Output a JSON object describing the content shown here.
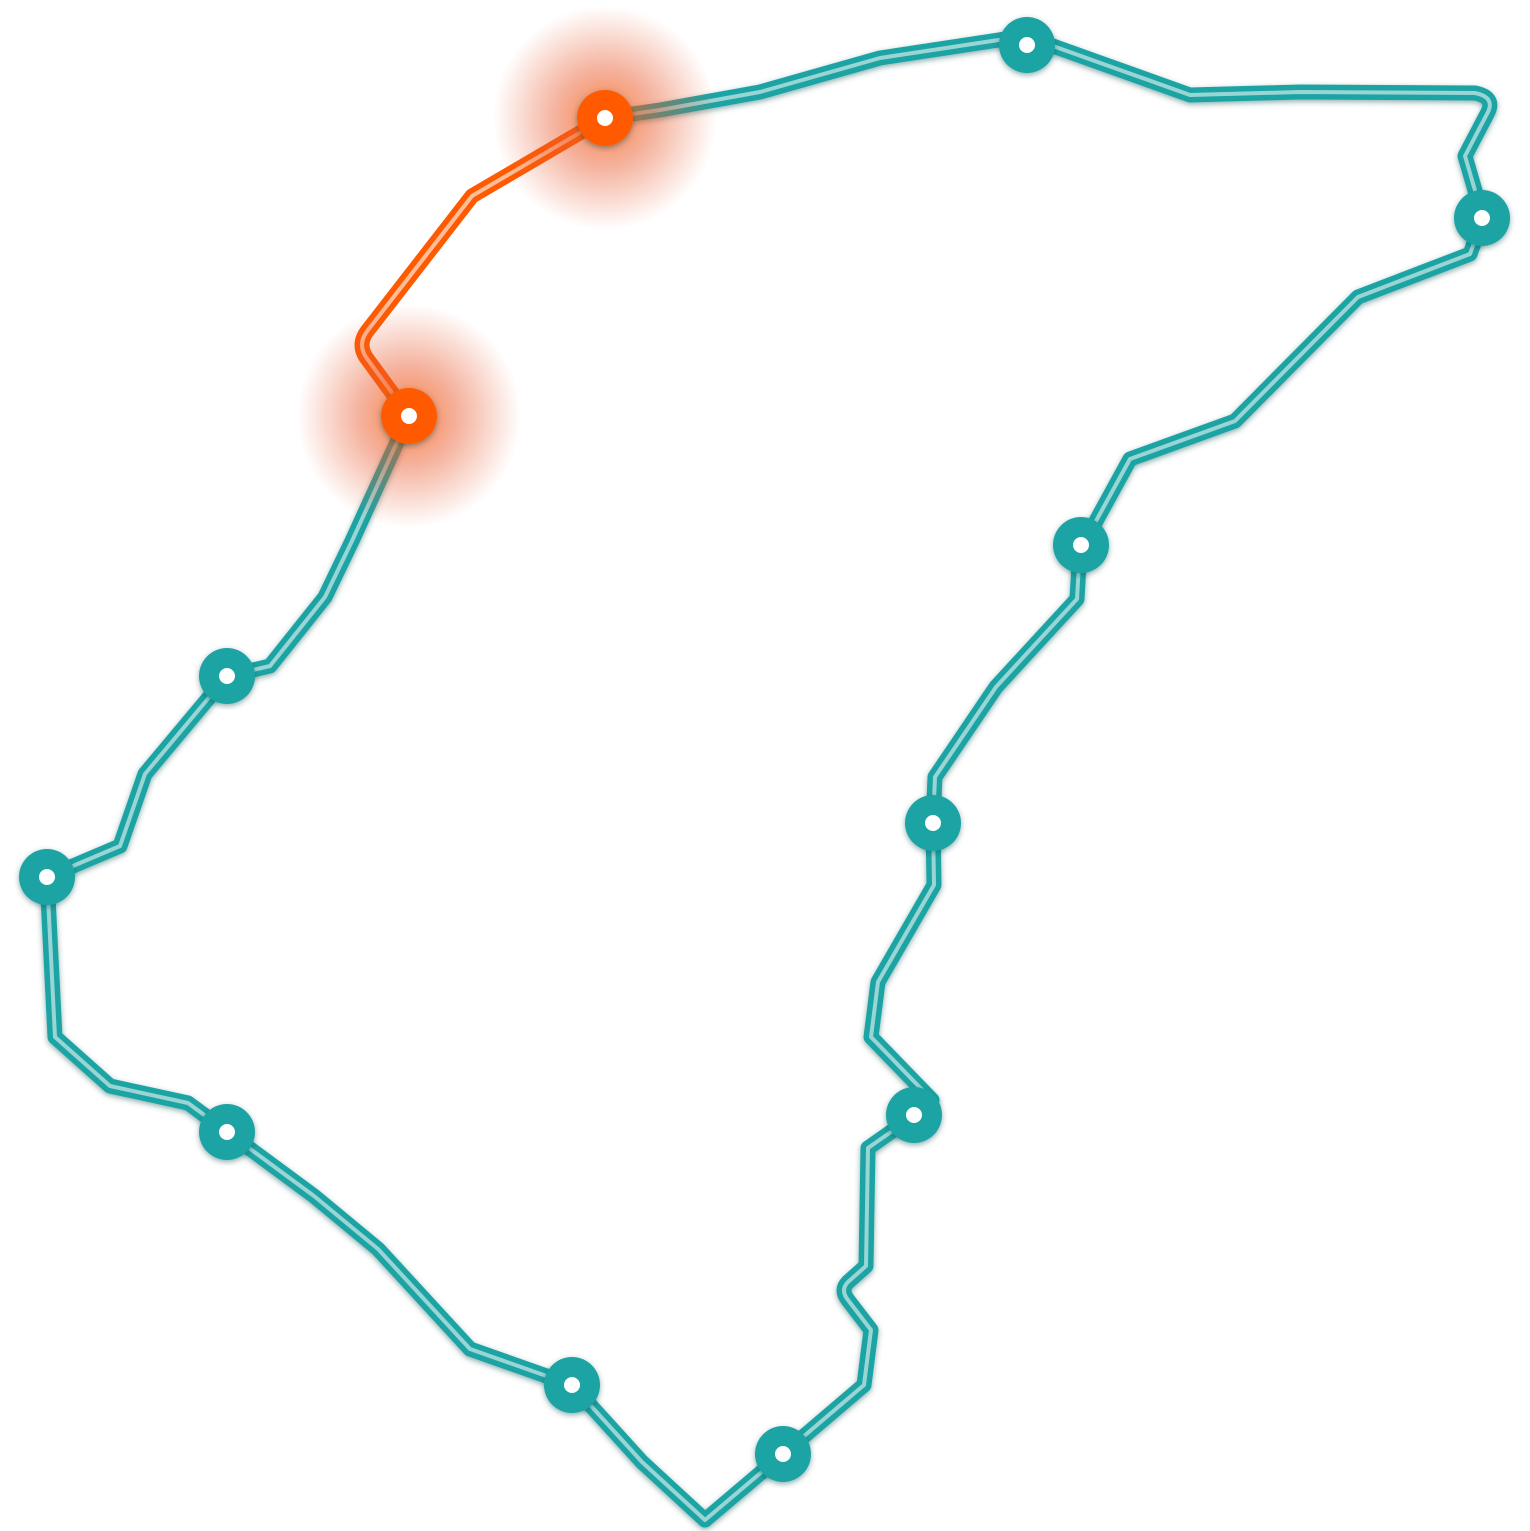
{
  "map": {
    "route_color": "#1fa3a3",
    "route_dark_color": "#178c8c",
    "highlight_color": "#ff5a00",
    "inner_stroke_color": "#ffffff",
    "stops": [
      {
        "id": "stop-1",
        "highlighted": false
      },
      {
        "id": "stop-2",
        "highlighted": false
      },
      {
        "id": "stop-3",
        "highlighted": false
      },
      {
        "id": "stop-4",
        "highlighted": false
      },
      {
        "id": "stop-5",
        "highlighted": false
      },
      {
        "id": "stop-6",
        "highlighted": false
      },
      {
        "id": "stop-7",
        "highlighted": false
      },
      {
        "id": "stop-8",
        "highlighted": false
      },
      {
        "id": "stop-9",
        "highlighted": false
      },
      {
        "id": "stop-10",
        "highlighted": false
      },
      {
        "id": "stop-11",
        "highlighted": false
      },
      {
        "id": "stop-12",
        "highlighted": false
      },
      {
        "id": "stop-13",
        "highlighted": true
      },
      {
        "id": "stop-14",
        "highlighted": true
      }
    ],
    "highlighted_segment": {
      "from": "stop-13",
      "to": "stop-14"
    }
  }
}
